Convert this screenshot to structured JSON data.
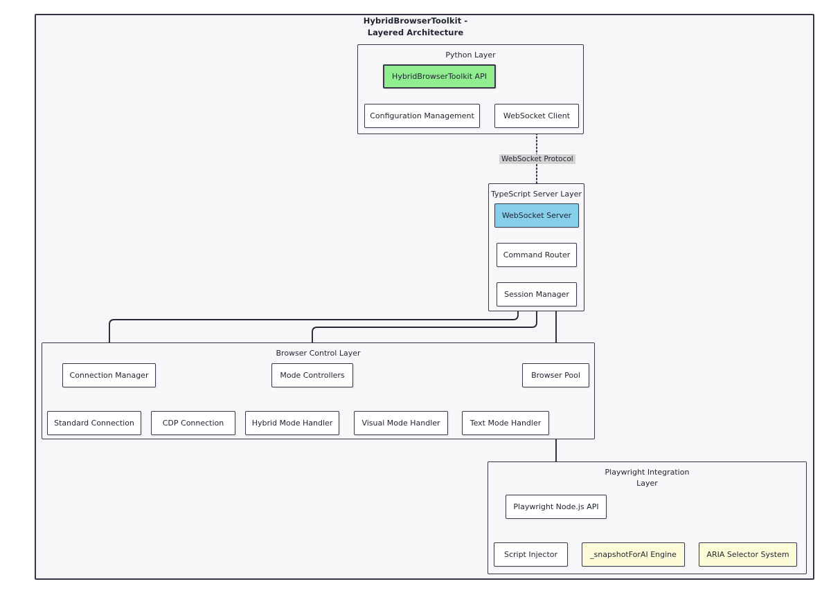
{
  "diagram": {
    "title": "HybridBrowserToolkit -\nLayered Architecture",
    "colors": {
      "frame_border": "#363648",
      "frame_background": "#f6f6f9",
      "node_border": "#363648",
      "node_background": "#ffffff",
      "edge_stroke": "#262636",
      "accent_green": "#90ee90",
      "accent_blue": "#87ceeb",
      "accent_cream": "#fdfbd8",
      "edge_label_background": "#d3d3d3"
    }
  },
  "layers": {
    "python": {
      "label": "Python Layer",
      "nodes": {
        "api": "HybridBrowserToolkit API",
        "config": "Configuration Management",
        "ws_client": "WebSocket Client"
      }
    },
    "typescript": {
      "label": "TypeScript Server Layer",
      "nodes": {
        "ws_server": "WebSocket Server",
        "command_router": "Command Router",
        "session_manager": "Session Manager"
      }
    },
    "browser_control": {
      "label": "Browser Control Layer",
      "nodes": {
        "connection_manager": "Connection Manager",
        "mode_controllers": "Mode Controllers",
        "browser_pool": "Browser Pool",
        "standard_connection": "Standard Connection",
        "cdp_connection": "CDP Connection",
        "hybrid_mode": "Hybrid Mode Handler",
        "visual_mode": "Visual Mode Handler",
        "text_mode": "Text Mode Handler"
      }
    },
    "playwright": {
      "label": "Playwright Integration\nLayer",
      "nodes": {
        "node_api": "Playwright Node.js API",
        "script_injector": "Script Injector",
        "snapshot_engine": "_snapshotForAI Engine",
        "aria_selector": "ARIA Selector System"
      }
    }
  },
  "edge_labels": {
    "websocket_protocol": "WebSocket Protocol"
  }
}
